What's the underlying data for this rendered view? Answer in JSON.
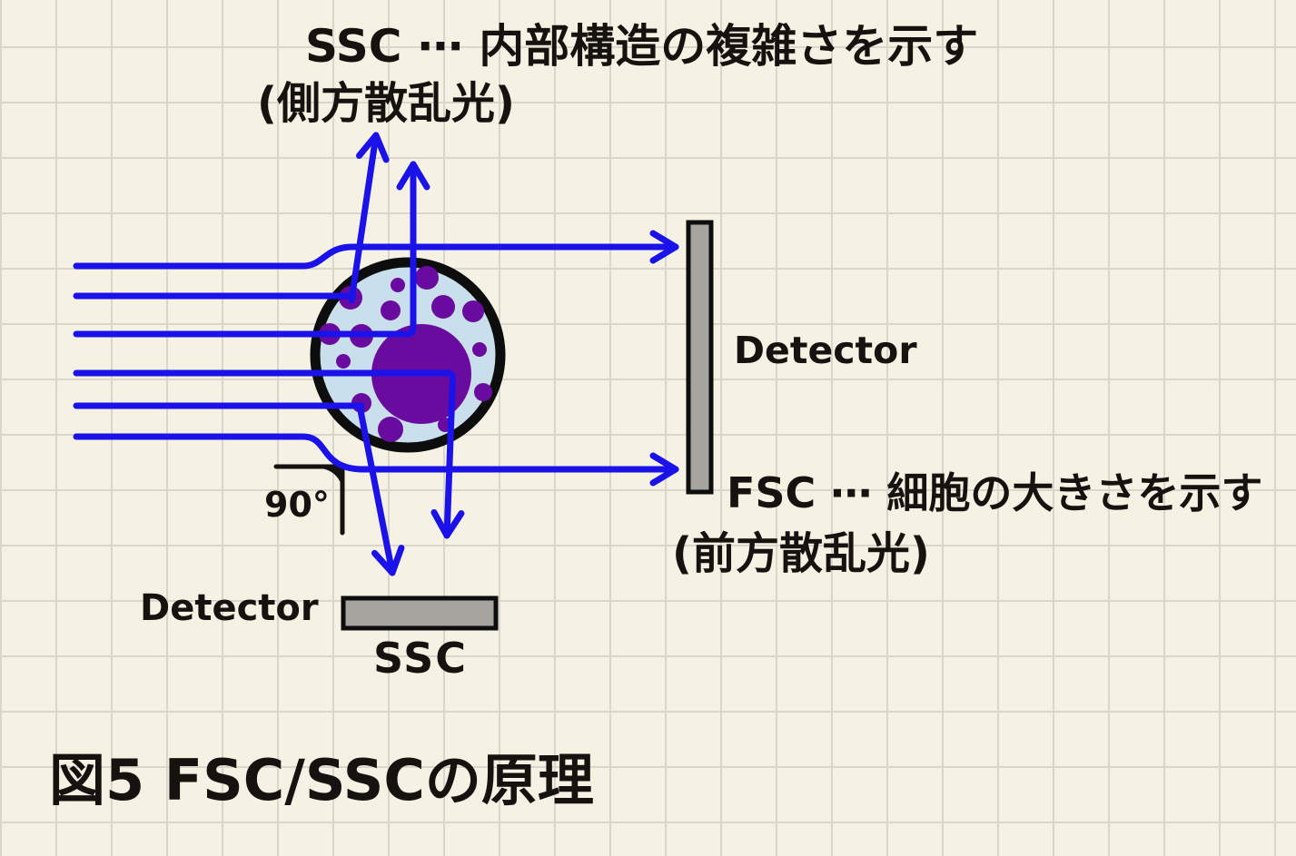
{
  "figure": {
    "caption": "図5 FSC/SSCの原理"
  },
  "labels": {
    "ssc_title": "SSC ⋯ 内部構造の複雑さを示す",
    "ssc_subtitle": "(側方散乱光)",
    "detector_side": "Detector",
    "fsc_title": "FSC ⋯ 細胞の大きさを示す",
    "fsc_subtitle": "(前方散乱光)",
    "angle": "90°",
    "detector_bottom": "Detector",
    "ssc_detector": "SSC"
  },
  "colors": {
    "background": "#f5f2e3",
    "grid_line": "#d9d6cc",
    "laser_blue": "#1a12e8",
    "cytoplasm": "#c9dfec",
    "nucleus_purple": "#6a0ba0",
    "membrane_ink": "#0d0d0d",
    "detector_gray": "#a5a49e",
    "text_ink": "#16120f"
  }
}
